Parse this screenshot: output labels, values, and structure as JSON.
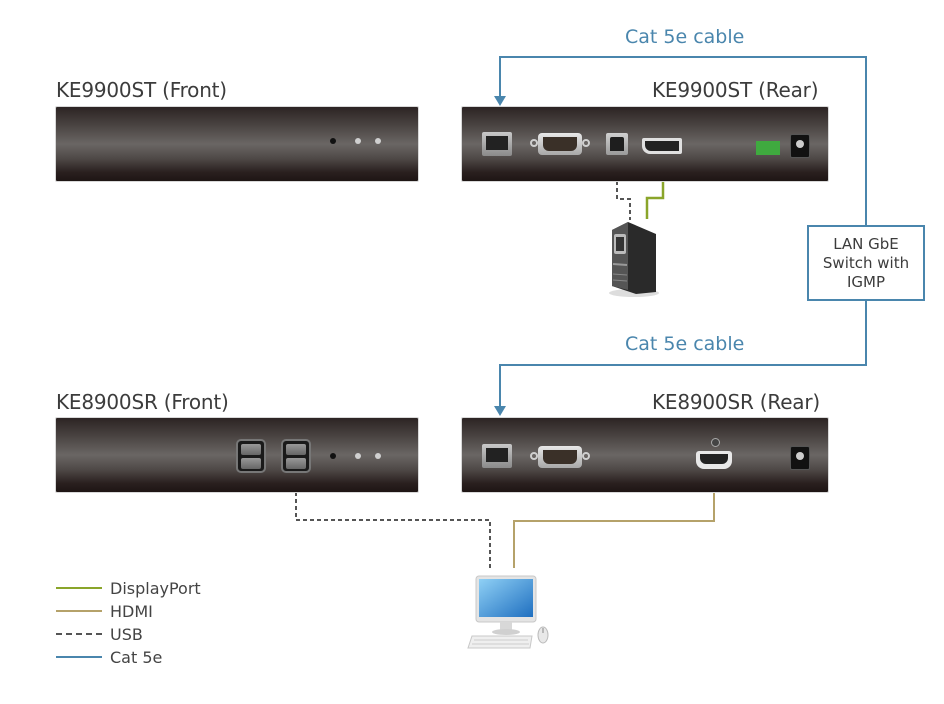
{
  "title": "KE9900ST / KE8900SR connection diagram",
  "devices": {
    "transmitter_front": {
      "label": "KE9900ST (Front)"
    },
    "transmitter_rear": {
      "label": "KE9900ST (Rear)"
    },
    "receiver_front": {
      "label": "KE8900SR (Front)"
    },
    "receiver_rear": {
      "label": "KE8900SR (Rear)"
    }
  },
  "cables": {
    "top_label": "Cat 5e cable",
    "bottom_label": "Cat 5e cable"
  },
  "switch": {
    "line1": "LAN GbE",
    "line2": "Switch with",
    "line3": "IGMP"
  },
  "legend": [
    {
      "name": "DisplayPort",
      "color": "#8aa52a",
      "style": "solid"
    },
    {
      "name": "HDMI",
      "color": "#b5a26a",
      "style": "solid"
    },
    {
      "name": "USB",
      "color": "#555555",
      "style": "dashed"
    },
    {
      "name": "Cat 5e",
      "color": "#4a86ad",
      "style": "solid"
    }
  ],
  "colors": {
    "cat5e": "#4a86ad",
    "displayport": "#8aa52a",
    "hdmi": "#b5a26a",
    "usb": "#555555"
  }
}
